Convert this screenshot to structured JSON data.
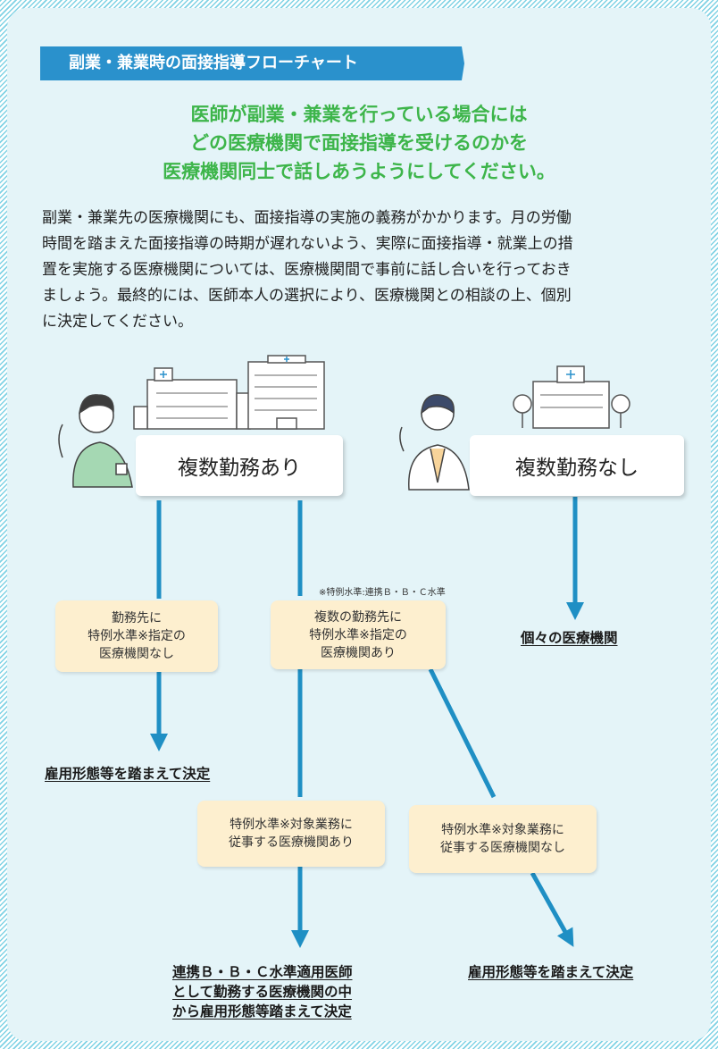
{
  "banner": {
    "title": "副業・兼業時の面接指導フローチャート"
  },
  "headline": {
    "lines": [
      "医師が副業・兼業を行っている場合には",
      "どの医療機関で面接指導を受けるのかを",
      "医療機関同士で話しあうようにしてください。"
    ]
  },
  "intro": {
    "lines": [
      "副業・兼業先の医療機関にも、面接指導の実施の義務がかかります。月の労働",
      "時間を踏まえた面接指導の時期が遅れないよう、実際に面接指導・就業上の措",
      "置を実施する医療機関については、医療機関間で事前に話し合いを行っておき",
      "ましょう。最終的には、医師本人の選択により、医療機関との相談の上、個別",
      "に決定してください。"
    ]
  },
  "flow": {
    "multi_label": "複数勤務あり",
    "single_label": "複数勤務なし",
    "note": "※特例水準:連携Ｂ・Ｂ・Ｃ水準",
    "cond_no_designation": [
      "勤務先に",
      "特例水準※指定の",
      "医療機関なし"
    ],
    "cond_designation": [
      "複数の勤務先に",
      "特例水準※指定の",
      "医療機関あり"
    ],
    "cond_has_target": [
      "特例水準※対象業務に",
      "従事する医療機関あり"
    ],
    "cond_no_target": [
      "特例水準※対象業務に",
      "従事する医療機関なし"
    ],
    "result_individual": "個々の医療機関",
    "result_employment_1": "雇用形態等を踏まえて決定",
    "result_employment_2": "雇用形態等を踏まえて決定",
    "result_linked": [
      "連携Ｂ・Ｂ・Ｃ水準適用医師",
      "として勤務する医療機関の中",
      "から雇用形態等踏まえて決定"
    ]
  },
  "colors": {
    "banner": "#2a91cc",
    "headline": "#3db54a",
    "arrow": "#1f8fc4",
    "cond_box": "#fdefcf",
    "card": "#e4f4f8"
  }
}
